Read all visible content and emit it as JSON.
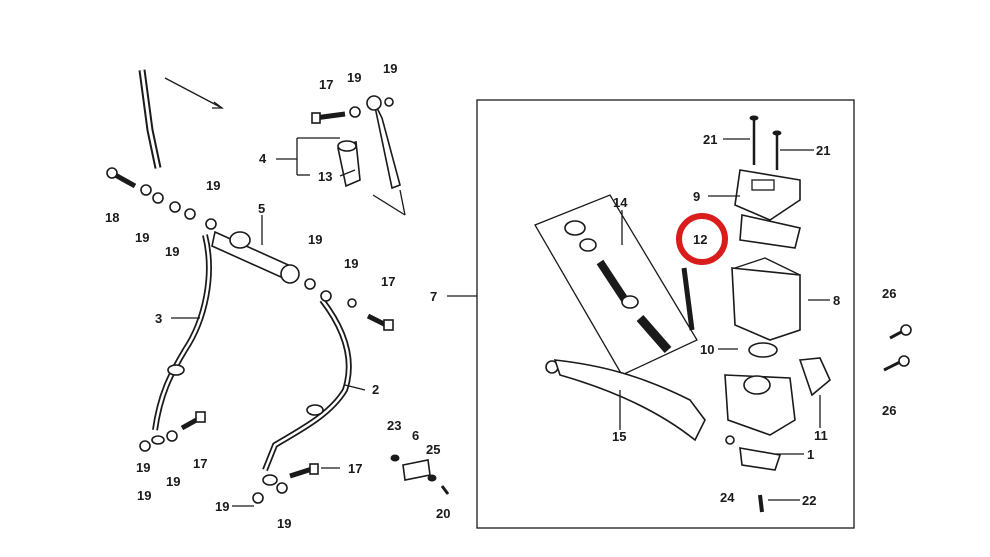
{
  "callouts": {
    "c1": "1",
    "c2": "2",
    "c3": "3",
    "c4": "4",
    "c5": "5",
    "c6": "6",
    "c7": "7",
    "c8": "8",
    "c9": "9",
    "c10": "10",
    "c11": "11",
    "c12": "12",
    "c13": "13",
    "c14": "14",
    "c15": "15",
    "c17a": "17",
    "c17b": "17",
    "c17c": "17",
    "c17d": "17",
    "c18": "18",
    "c19a": "19",
    "c19b": "19",
    "c19c": "19",
    "c19d": "19",
    "c19e": "19",
    "c19f": "19",
    "c19g": "19",
    "c19h": "19",
    "c19i": "19",
    "c19j": "19",
    "c19k": "19",
    "c19l": "19",
    "c20": "20",
    "c21a": "21",
    "c21b": "21",
    "c22": "22",
    "c23": "23",
    "c24": "24",
    "c25": "25",
    "c26a": "26",
    "c26b": "26"
  },
  "highlight": {
    "part": "12",
    "color": "#d91c1c"
  },
  "colors": {
    "ink": "#1a1a1a",
    "paper": "#ffffff",
    "muted": "#777777"
  }
}
